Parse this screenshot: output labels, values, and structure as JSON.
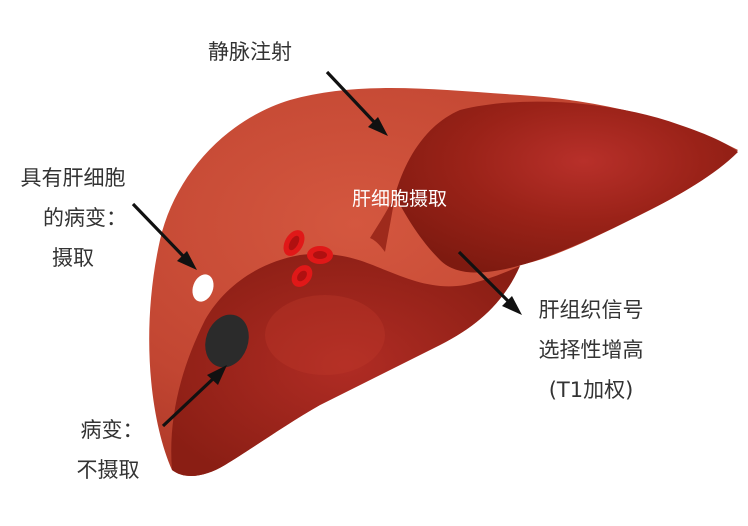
{
  "labels": {
    "iv_injection": "静脉注射",
    "hepatocyte_uptake": "肝细胞摄取",
    "lesion_with_hepatocytes": [
      "具有肝细胞",
      "的病变：",
      "摄取"
    ],
    "lesion_no_uptake": [
      "病变：",
      "不摄取"
    ],
    "t1_signal": [
      "肝组织信号",
      "选择性增高",
      "(T1加权)"
    ]
  },
  "colors": {
    "liver_main": "#c54a35",
    "liver_shadow": "#8a1d12",
    "blood_cell": "#e01818",
    "uptake_lesion": "#ffffff",
    "nonuptake_lesion": "#2b2b2b",
    "arrow": "#111111"
  }
}
